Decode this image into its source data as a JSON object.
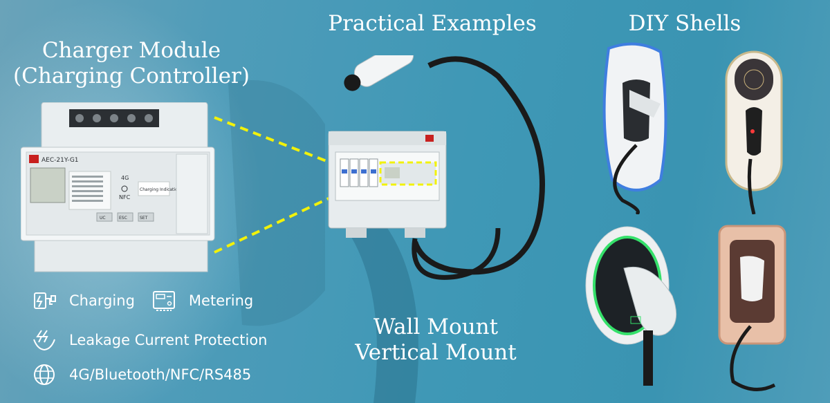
{
  "titles": {
    "module_line1": "Charger Module",
    "module_line2": "(Charging Controller)",
    "practical": "Practical Examples",
    "diy": "DIY Shells",
    "mount_line1": "Wall Mount",
    "mount_line2": "Vertical Mount"
  },
  "features": {
    "charging": "Charging",
    "metering": "Metering",
    "leakage": "Leakage Current Protection",
    "comms": "4G/Bluetooth/NFC/RS485"
  },
  "device": {
    "model": "AEC-21Y-G1",
    "wireless": "4G",
    "nfc": "NFC",
    "status_label": "Charging Indication",
    "buttons": [
      "UC",
      "ESC",
      "SET"
    ]
  },
  "colors": {
    "background": "#3f98b6",
    "text": "#ffffff",
    "dash_line": "#f2f20a",
    "brand_red": "#c8201f"
  },
  "icons": [
    "charging-icon",
    "metering-icon",
    "leakage-icon",
    "globe-icon"
  ]
}
